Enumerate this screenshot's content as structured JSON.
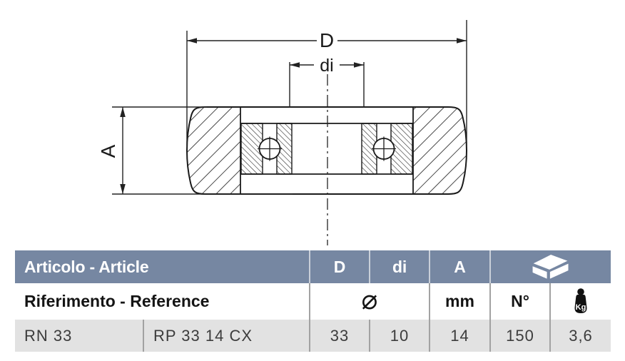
{
  "drawing": {
    "labels": {
      "outer_diameter": "D",
      "inner_diameter": "di",
      "width": "A"
    }
  },
  "table": {
    "header": {
      "article_label": "Articolo - Article",
      "col_d": "D",
      "col_di": "di",
      "col_a": "A",
      "package_icon": "package-box-icon"
    },
    "subheader": {
      "reference_label": "Riferimento - Reference",
      "diameter_symbol": "⌀",
      "unit_mm": "mm",
      "unit_pieces": "N°",
      "kg_icon_label": "Kg"
    },
    "row": {
      "article": "RN 33",
      "reference": "RP 33 14 CX",
      "d": "33",
      "di": "10",
      "a": "14",
      "pieces": "150",
      "weight": "3,6"
    }
  },
  "colors": {
    "header_bg": "#7687A2",
    "header_text": "#FFFFFF",
    "datarow_bg": "#E2E2E2",
    "divider_gray": "#A2A2A2",
    "divider_light": "#C9CFD9",
    "line_color": "#1A1A1A"
  }
}
